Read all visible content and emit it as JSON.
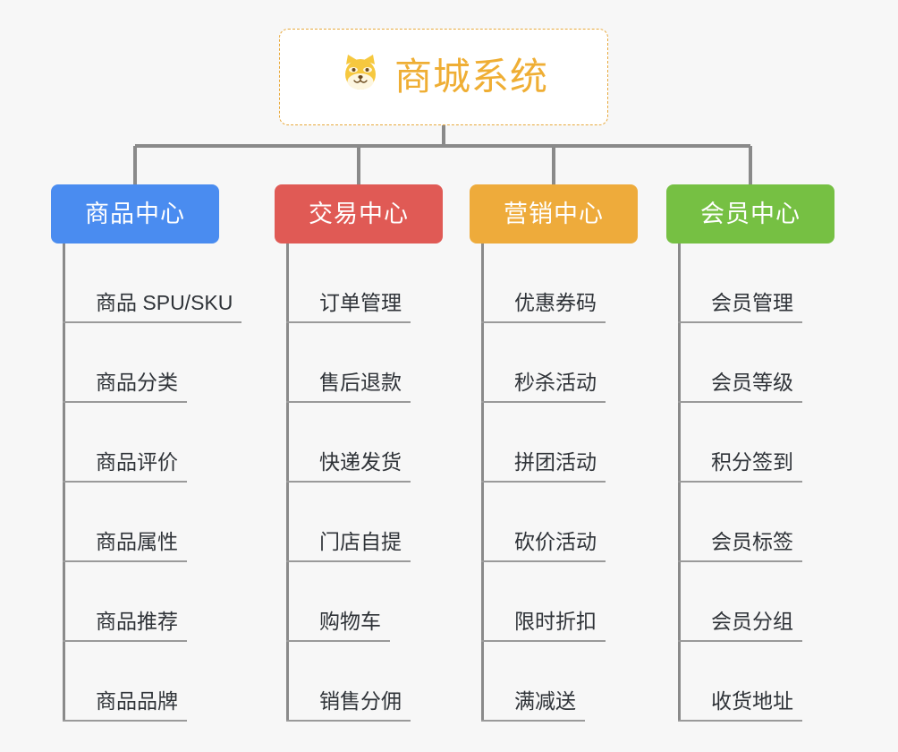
{
  "page": {
    "background_color": "#f7f7f7",
    "line_color": "#8a8a8a"
  },
  "root": {
    "title": "商城系统",
    "icon": "shiba-dog-face-icon",
    "icon_glyph": "🐕",
    "text_color": "#efae34",
    "border_color": "#e8a93c",
    "background_color": "#ffffff"
  },
  "branches": [
    {
      "id": "product-center",
      "label": "商品中心",
      "color": "#4a8cf0",
      "items": [
        {
          "label": "商品 SPU/SKU"
        },
        {
          "label": "商品分类"
        },
        {
          "label": "商品评价"
        },
        {
          "label": "商品属性"
        },
        {
          "label": "商品推荐"
        },
        {
          "label": "商品品牌"
        }
      ]
    },
    {
      "id": "trade-center",
      "label": "交易中心",
      "color": "#e05a55",
      "items": [
        {
          "label": "订单管理"
        },
        {
          "label": "售后退款"
        },
        {
          "label": "快递发货"
        },
        {
          "label": "门店自提"
        },
        {
          "label": "购物车"
        },
        {
          "label": "销售分佣"
        }
      ]
    },
    {
      "id": "marketing-center",
      "label": "营销中心",
      "color": "#eeab3b",
      "items": [
        {
          "label": "优惠券码"
        },
        {
          "label": "秒杀活动"
        },
        {
          "label": "拼团活动"
        },
        {
          "label": "砍价活动"
        },
        {
          "label": "限时折扣"
        },
        {
          "label": "满减送"
        }
      ]
    },
    {
      "id": "member-center",
      "label": "会员中心",
      "color": "#76c043",
      "items": [
        {
          "label": "会员管理"
        },
        {
          "label": "会员等级"
        },
        {
          "label": "积分签到"
        },
        {
          "label": "会员标签"
        },
        {
          "label": "会员分组"
        },
        {
          "label": "收货地址"
        }
      ]
    }
  ]
}
